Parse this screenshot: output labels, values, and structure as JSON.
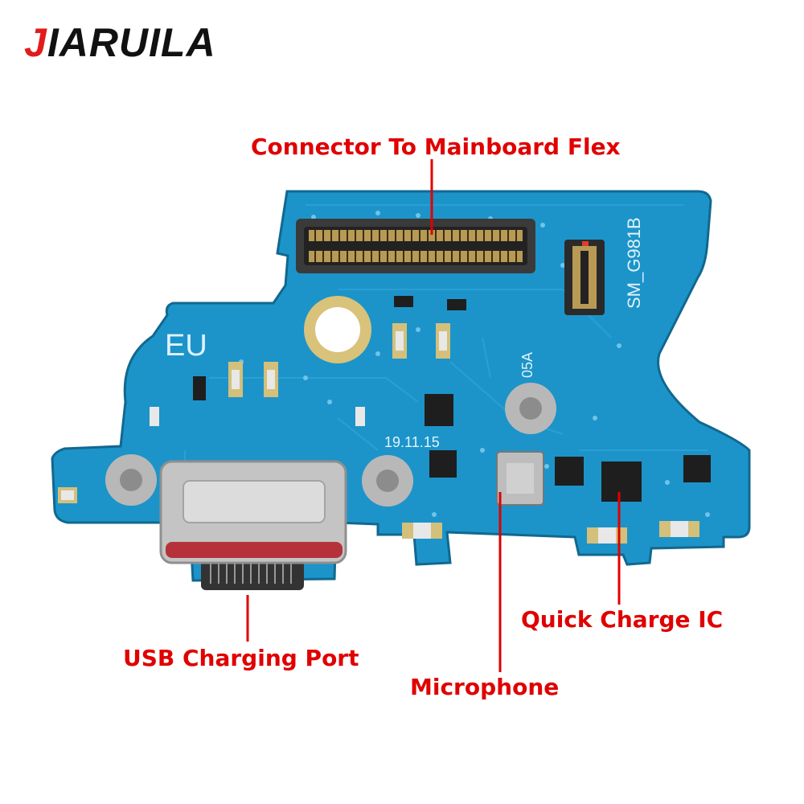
{
  "brand": {
    "first_letter": "J",
    "rest": "IARUILA"
  },
  "callouts": {
    "connector": "Connector To Mainboard Flex",
    "usb": "USB Charging Port",
    "microphone": "Microphone",
    "quick_charge": "Quick Charge IC"
  },
  "board_markings": {
    "model": "SM_G981B",
    "region": "EU",
    "date": "19.11.15",
    "rev": "05A"
  },
  "colors": {
    "board": "#1c94c9",
    "label": "#e00000",
    "pad": "#d4c07a",
    "chip": "#1e1e1e",
    "metal": "#c4c4c4"
  }
}
